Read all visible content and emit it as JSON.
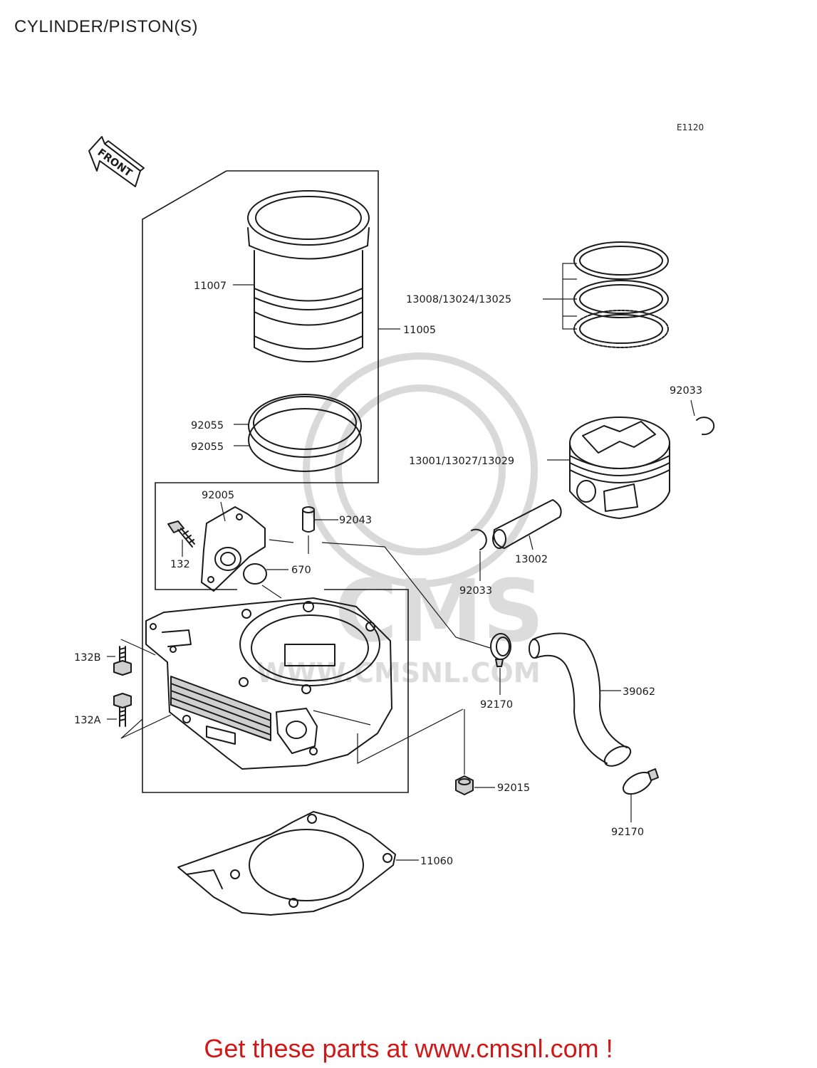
{
  "page": {
    "title": "CYLINDER/PISTON(S)",
    "figure_code": "E1120",
    "cta": "Get these parts at www.cmsnl.com !"
  },
  "watermark": {
    "logo_text": "CMS",
    "url_text": "WWW.CMSNL.COM"
  },
  "front_arrow": {
    "label": "FRONT"
  },
  "parts": {
    "p11007": "11007",
    "p11005": "11005",
    "p13008": "13008/13024/13025",
    "p92033a": "92033",
    "p92055a": "92055",
    "p92055b": "92055",
    "p13001": "13001/13027/13029",
    "p92005": "92005",
    "p92043": "92043",
    "p132": "132",
    "p670": "670",
    "p13002": "13002",
    "p92033b": "92033",
    "p132b": "132B",
    "p132a": "132A",
    "p92170a": "92170",
    "p39062": "39062",
    "p92015": "92015",
    "p92170b": "92170",
    "p11060": "11060"
  }
}
